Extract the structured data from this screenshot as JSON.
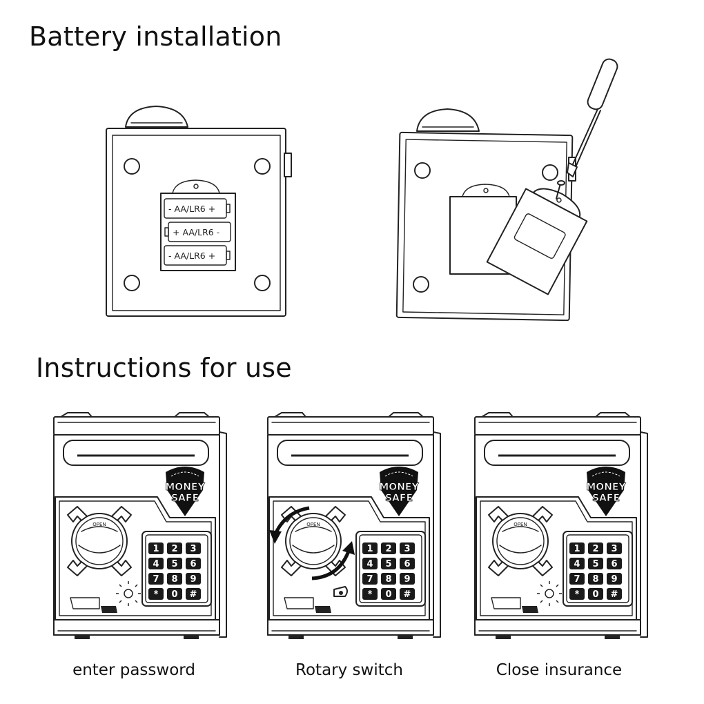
{
  "sections": {
    "battery": {
      "title": "Battery installation"
    },
    "instructions": {
      "title": "Instructions for use"
    }
  },
  "battery_compartment": {
    "labels": [
      "- AA/LR6 +",
      "+ AA/LR6 -",
      "- AA/LR6 +"
    ]
  },
  "safe": {
    "logo_line1": "MONEY",
    "logo_line2": "SAFE",
    "keypad": [
      "1",
      "2",
      "3",
      "4",
      "5",
      "6",
      "7",
      "8",
      "9",
      "*",
      "0",
      "#"
    ]
  },
  "steps": [
    {
      "caption": "enter password"
    },
    {
      "caption": "Rotary switch"
    },
    {
      "caption": "Close insurance"
    }
  ]
}
